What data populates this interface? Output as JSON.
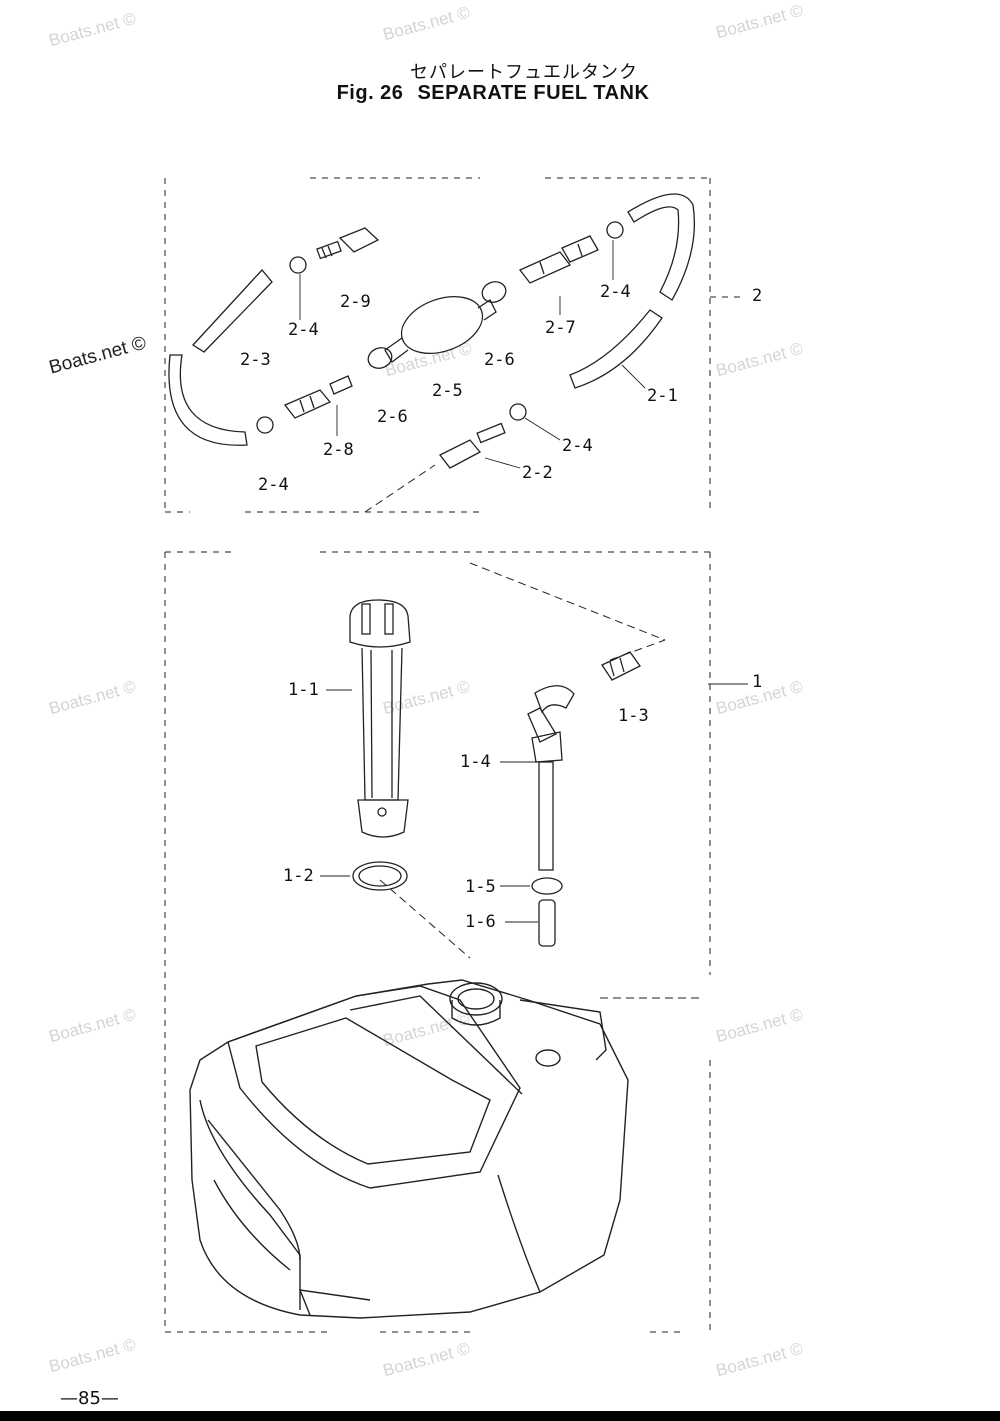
{
  "title": {
    "japanese": "セパレートフュエルタンク",
    "figure": "Fig. 26",
    "name": "SEPARATE FUEL TANK"
  },
  "watermark_text": "Boats.net ©",
  "callouts": {
    "c2_9": "2-9",
    "c2_4_a": "2-4",
    "c2_4_b": "2-4",
    "c2_4_c": "2-4",
    "c2_4_d": "2-4",
    "c2_3": "2-3",
    "c2_5": "2-5",
    "c2_6_a": "2-6",
    "c2_6_b": "2-6",
    "c2_7": "2-7",
    "c2_8": "2-8",
    "c2_1": "2-1",
    "c2_2": "2-2",
    "c2": "2",
    "c1": "1",
    "c1_1": "1-1",
    "c1_2": "1-2",
    "c1_3": "1-3",
    "c1_4": "1-4",
    "c1_5": "1-5",
    "c1_6": "1-6"
  },
  "page_number": "—85—"
}
